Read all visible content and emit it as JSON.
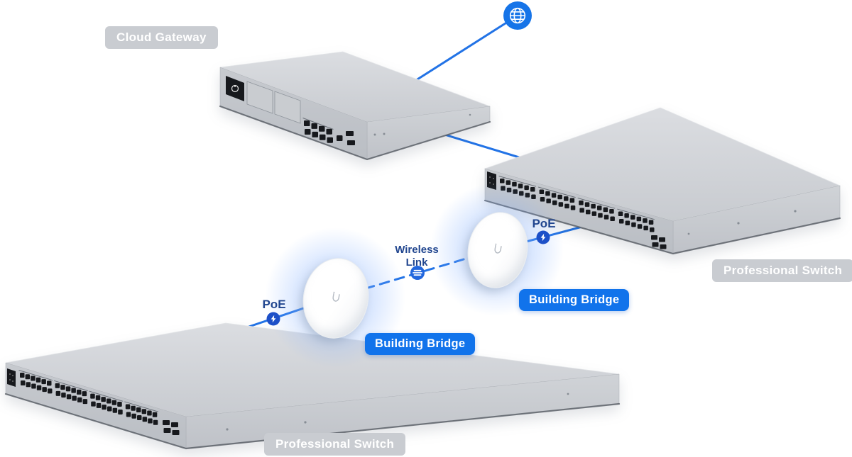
{
  "nodes": {
    "internet": {
      "icon": "globe-icon"
    },
    "cloud_gateway": {
      "label": "Cloud Gateway"
    },
    "professional_switch_right": {
      "label": "Professional Switch"
    },
    "professional_switch_bottom": {
      "label": "Professional Switch"
    },
    "building_bridge_right": {
      "label": "Building Bridge"
    },
    "building_bridge_left": {
      "label": "Building Bridge"
    }
  },
  "links": [
    {
      "from": "internet",
      "to": "cloud_gateway",
      "style": "solid"
    },
    {
      "from": "cloud_gateway",
      "to": "professional_switch_right",
      "style": "solid"
    },
    {
      "from": "professional_switch_right",
      "to": "building_bridge_right",
      "style": "solid",
      "badge": "PoE"
    },
    {
      "from": "building_bridge_right",
      "to": "building_bridge_left",
      "style": "dashed",
      "label": "Wireless Link"
    },
    {
      "from": "building_bridge_left",
      "to": "professional_switch_bottom",
      "style": "solid",
      "badge": "PoE"
    }
  ],
  "annotations": {
    "poe_right": "PoE",
    "poe_left": "PoE",
    "wireless_line1": "Wireless",
    "wireless_line2": "Link"
  },
  "colors": {
    "link_blue": "#2273e6",
    "accent_blue": "#1173eb",
    "navy_text": "#21468f",
    "gray_badge": "#c9ccd1",
    "globe_blue": "#1674e8",
    "poe_dot_blue": "#1d50c8",
    "device_gray": "#ccd0d4"
  }
}
